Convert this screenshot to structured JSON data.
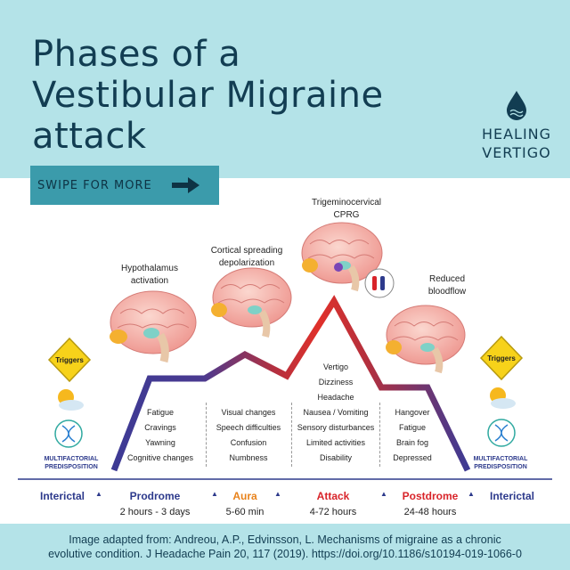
{
  "header": {
    "title_lines": [
      "Phases of a",
      "Vestibular Migraine",
      "attack"
    ],
    "brand_line1": "HEALING",
    "brand_line2": "VERTIGO",
    "swipe_label": "SWIPE FOR MORE"
  },
  "regions": {
    "hypothalamus": [
      "Hypothalamus",
      "activation"
    ],
    "cortical": [
      "Cortical spreading",
      "depolarization"
    ],
    "trigemino": [
      "Trigeminocervical",
      "CPRG"
    ],
    "blood": [
      "Reduced",
      "bloodflow"
    ]
  },
  "side": {
    "triggers": "Triggers",
    "predisposition": [
      "MULTIFACTORIAL",
      "PREDISPOSITION"
    ]
  },
  "symptoms": {
    "prodrome": [
      "Fatigue",
      "Cravings",
      "Yawning",
      "Cognitive changes"
    ],
    "aura": [
      "Visual changes",
      "Speech difficulties",
      "Confusion",
      "Numbness"
    ],
    "attack": [
      "Vertigo",
      "Dizziness",
      "Headache",
      "Nausea / Vomiting",
      "Sensory disturbances",
      "Limited activities",
      "Disability"
    ],
    "postdrome": [
      "Hangover",
      "Fatigue",
      "Brain fog",
      "Depressed"
    ]
  },
  "phases": {
    "interictal_left": "Interictal",
    "prodrome": {
      "name": "Prodrome",
      "duration": "2 hours - 3 days"
    },
    "aura": {
      "name": "Aura",
      "duration": "5-60 min"
    },
    "attack": {
      "name": "Attack",
      "duration": "4-72 hours"
    },
    "postdrome": {
      "name": "Postdrome",
      "duration": "24-48 hours"
    },
    "interictal_right": "Interictal"
  },
  "colors": {
    "header_bg": "#b4e3e8",
    "title": "#123d52",
    "swipe_bg": "#3b9bab",
    "phase_blue": "#2d3a8c",
    "phase_orange": "#e8821a",
    "phase_red": "#d8242a",
    "curve_start": "#3d3a94",
    "curve_peak": "#e0302a"
  },
  "footer": {
    "line1": "Image adapted from: Andreou, A.P., Edvinsson, L. Mechanisms of migraine as a chronic",
    "line2": "evolutive condition. J Headache Pain 20, 117 (2019). https://doi.org/10.1186/s10194-019-1066-0"
  }
}
